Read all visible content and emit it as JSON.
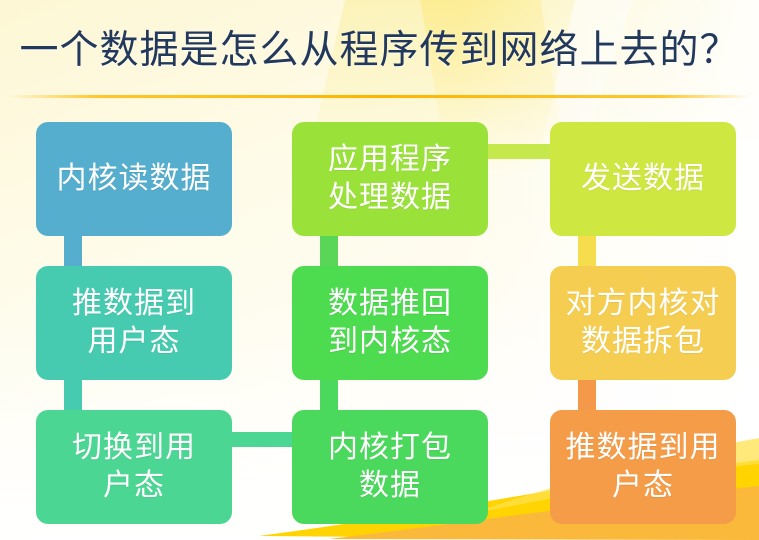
{
  "slide": {
    "title": "一个数据是怎么从程序传到网络上去的？",
    "background_colors": {
      "page": "#ffffff",
      "wash_top": "#fdf7d4",
      "wash_mid": "#fffdf2",
      "rule": "#ffb400",
      "swoosh_gold": "#ffd400",
      "swoosh_amber": "#fbb040"
    },
    "title_color": "#23395b"
  },
  "flow": {
    "nodes": [
      {
        "id": "kernel-read-data",
        "label_lines": [
          "内核读数据"
        ],
        "color": "#55aecd",
        "column": 1,
        "row": 1
      },
      {
        "id": "push-data-to-user-mode",
        "label_lines": [
          "推数据到",
          "用户态"
        ],
        "color": "#47cbb0",
        "column": 1,
        "row": 2
      },
      {
        "id": "switch-to-user-mode",
        "label_lines": [
          "切换到用",
          "户态"
        ],
        "color": "#4cd693",
        "column": 1,
        "row": 3
      },
      {
        "id": "app-process-data",
        "label_lines": [
          "应用程序",
          "处理数据"
        ],
        "color": "#9ae23a",
        "column": 2,
        "row": 1
      },
      {
        "id": "data-push-back-to-kernel-mode",
        "label_lines": [
          "数据推回",
          "到内核态"
        ],
        "color": "#4ddb50",
        "column": 2,
        "row": 2
      },
      {
        "id": "kernel-packs-data",
        "label_lines": [
          "内核打包",
          "数据"
        ],
        "color": "#4bd95d",
        "column": 2,
        "row": 3
      },
      {
        "id": "send-data",
        "label_lines": [
          "发送数据"
        ],
        "color": "#cee741",
        "column": 3,
        "row": 1
      },
      {
        "id": "peer-kernel-unpacks-data",
        "label_lines": [
          "对方内核对",
          "数据拆包"
        ],
        "color": "#f5ce51",
        "column": 3,
        "row": 2
      },
      {
        "id": "push-data-to-user-mode-peer",
        "label_lines": [
          "推数据到用",
          "户态"
        ],
        "color": "#f49c48",
        "column": 3,
        "row": 3
      }
    ],
    "connectors": [
      {
        "id": "c1-r1-to-r2",
        "orientation": "vertical",
        "color": "#55aecd"
      },
      {
        "id": "c1-r2-to-r3",
        "orientation": "vertical",
        "color": "#47cbb0"
      },
      {
        "id": "c1-r3-to-c2-r3",
        "orientation": "horizontal",
        "color": "#4cd693"
      },
      {
        "id": "c2-r1-to-r2",
        "orientation": "vertical",
        "color": "#59d657"
      },
      {
        "id": "c2-r2-to-r3",
        "orientation": "vertical",
        "color": "#4bd95d"
      },
      {
        "id": "c2-r1-to-c3-r1",
        "orientation": "horizontal",
        "color": "#c5e84c"
      },
      {
        "id": "c3-r1-to-r2",
        "orientation": "vertical",
        "color": "#f6dd4e"
      },
      {
        "id": "c3-r2-to-r3",
        "orientation": "vertical",
        "color": "#f4984a"
      }
    ]
  }
}
